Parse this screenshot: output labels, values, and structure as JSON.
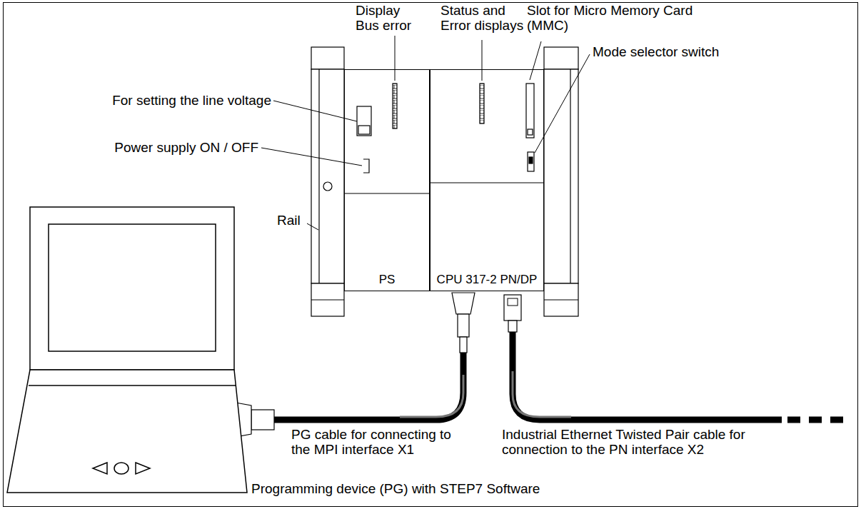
{
  "diagram": {
    "nodes": [
      {
        "text": [
          "PS"
        ]
      },
      {
        "text": [
          "CPU 317-2 PN/DP"
        ]
      }
    ],
    "labels": [
      "Display Bus error",
      "Status and Error displays",
      "Slot for Micro Memory Card (MMC)",
      "For setting the line voltage",
      "Mode selector switch",
      "Power supply ON / OFF",
      "Rail",
      "PG cable for connecting to the MPI interface X1",
      "Industrial Ethernet Twisted Pair cable for connection to the PN interface X2",
      "Programming device (PG) with STEP7 Software"
    ]
  }
}
